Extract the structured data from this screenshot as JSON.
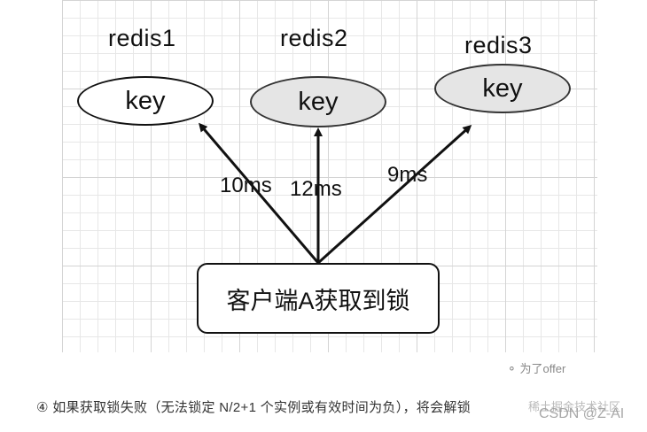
{
  "servers": [
    {
      "title": "redis1",
      "node_label": "key"
    },
    {
      "title": "redis2",
      "node_label": "key"
    },
    {
      "title": "redis3",
      "node_label": "key"
    }
  ],
  "latencies": [
    "10ms",
    "12ms",
    "9ms"
  ],
  "client": {
    "label": "客户端A获取到锁"
  },
  "caption": "④ 如果获取锁失败（无法锁定 N/2+1 个实例或有效时间为负），将会解锁",
  "watermarks": {
    "offer": "为了offer",
    "cn": "稀土掘金技术社区",
    "csdn": "CSDN @Z-AI"
  },
  "colors": {
    "gray_node": "#e5e5e5",
    "line": "#111111"
  }
}
